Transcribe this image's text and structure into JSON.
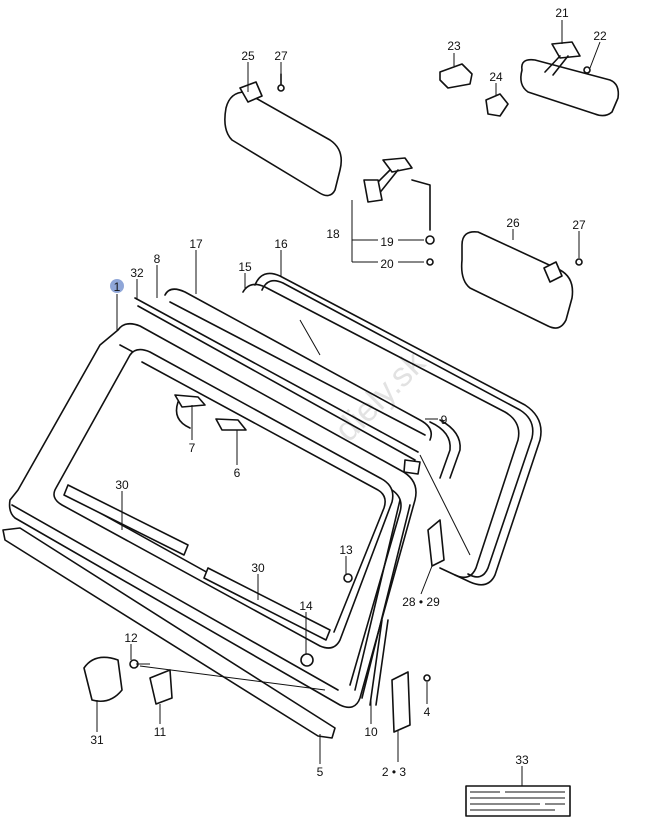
{
  "watermark": "www.suzuki-diely.sk",
  "highlight_color": "#8fa6d8",
  "labels": {
    "p1": "1",
    "p2_3": "2 • 3",
    "p4": "4",
    "p5": "5",
    "p6": "6",
    "p7": "7",
    "p8": "8",
    "p9": "9",
    "p10": "10",
    "p11": "11",
    "p12": "12",
    "p13": "13",
    "p14": "14",
    "p15": "15",
    "p16": "16",
    "p17": "17",
    "p18": "18",
    "p19": "19",
    "p20": "20",
    "p21": "21",
    "p22": "22",
    "p23": "23",
    "p24": "24",
    "p25": "25",
    "p26": "26",
    "p27a": "27",
    "p27b": "27",
    "p28_29": "28 • 29",
    "p30a": "30",
    "p30b": "30",
    "p31": "31",
    "p32": "32",
    "p33": "33"
  }
}
